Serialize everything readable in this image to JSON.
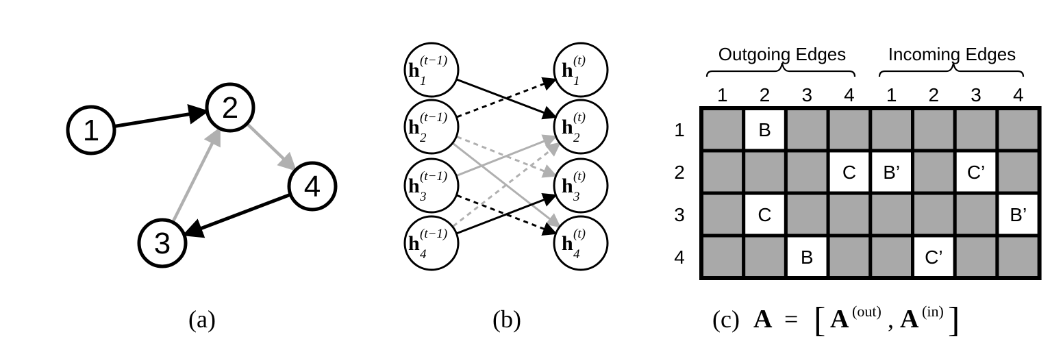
{
  "colors": {
    "black": "#000000",
    "gray_edge": "#b0b0b0",
    "cell_gray": "#a9a9a9",
    "cell_white": "#ffffff"
  },
  "panel_a": {
    "caption": "(a)",
    "nodes": [
      {
        "id": "1",
        "label": "1"
      },
      {
        "id": "2",
        "label": "2"
      },
      {
        "id": "3",
        "label": "3"
      },
      {
        "id": "4",
        "label": "4"
      }
    ],
    "edges": [
      {
        "from": "1",
        "to": "2",
        "style": "black"
      },
      {
        "from": "2",
        "to": "4",
        "style": "gray"
      },
      {
        "from": "4",
        "to": "3",
        "style": "black"
      },
      {
        "from": "3",
        "to": "2",
        "style": "gray"
      }
    ]
  },
  "panel_b": {
    "caption": "(b)",
    "left_nodes": [
      {
        "base": "h",
        "sub": "1",
        "sup": "(t−1)"
      },
      {
        "base": "h",
        "sub": "2",
        "sup": "(t−1)"
      },
      {
        "base": "h",
        "sub": "3",
        "sup": "(t−1)"
      },
      {
        "base": "h",
        "sub": "4",
        "sup": "(t−1)"
      }
    ],
    "right_nodes": [
      {
        "base": "h",
        "sub": "1",
        "sup": "(t)"
      },
      {
        "base": "h",
        "sub": "2",
        "sup": "(t)"
      },
      {
        "base": "h",
        "sub": "3",
        "sup": "(t)"
      },
      {
        "base": "h",
        "sub": "4",
        "sup": "(t)"
      }
    ],
    "edges": [
      {
        "from": 1,
        "to": 2,
        "style": "black-solid"
      },
      {
        "from": 2,
        "to": 1,
        "style": "black-dashed"
      },
      {
        "from": 2,
        "to": 3,
        "style": "gray-dashed"
      },
      {
        "from": 2,
        "to": 4,
        "style": "gray-solid"
      },
      {
        "from": 3,
        "to": 2,
        "style": "gray-solid"
      },
      {
        "from": 3,
        "to": 4,
        "style": "black-dashed"
      },
      {
        "from": 4,
        "to": 2,
        "style": "gray-dashed"
      },
      {
        "from": 4,
        "to": 3,
        "style": "black-solid"
      }
    ]
  },
  "panel_c": {
    "caption_prefix": "(c)",
    "caption_lhs": "A",
    "caption_eq": "=",
    "caption_out": "(out)",
    "caption_in": "(in)",
    "caption_comma": ",",
    "caption_lbr": "[",
    "caption_rbr": "]",
    "outgoing_label": "Outgoing Edges",
    "incoming_label": "Incoming Edges",
    "column_labels": [
      "1",
      "2",
      "3",
      "4",
      "1",
      "2",
      "3",
      "4"
    ],
    "row_labels": [
      "1",
      "2",
      "3",
      "4"
    ],
    "cells": [
      [
        "",
        "B",
        "",
        "",
        "",
        "",
        "",
        ""
      ],
      [
        "",
        "",
        "",
        "C",
        "B’",
        "",
        "C’",
        ""
      ],
      [
        "",
        "C",
        "",
        "",
        "",
        "",
        "",
        "B’"
      ],
      [
        "",
        "",
        "B",
        "",
        "",
        "C’",
        "",
        ""
      ]
    ]
  }
}
